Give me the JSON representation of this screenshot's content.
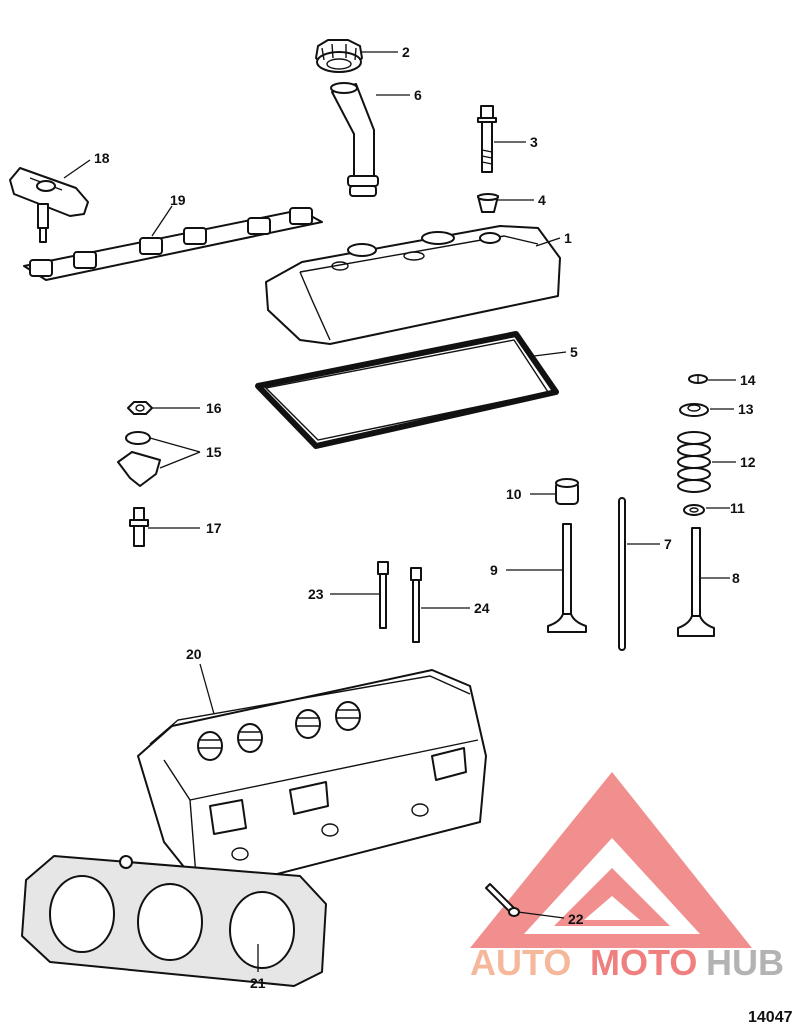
{
  "figure_number": "14047",
  "watermark": {
    "brand_prefix": "AUTO",
    "brand_middle": "MOTO",
    "brand_suffix": "HUB",
    "color_prefix": "#f5b89a",
    "color_middle": "#f08080",
    "color_suffix": "#b3b3b3",
    "logo_color": "#ef7b7b"
  },
  "callouts": [
    {
      "id": "1",
      "label": "1"
    },
    {
      "id": "2",
      "label": "2"
    },
    {
      "id": "3",
      "label": "3"
    },
    {
      "id": "4",
      "label": "4"
    },
    {
      "id": "5",
      "label": "5"
    },
    {
      "id": "6",
      "label": "6"
    },
    {
      "id": "7",
      "label": "7"
    },
    {
      "id": "8",
      "label": "8"
    },
    {
      "id": "9",
      "label": "9"
    },
    {
      "id": "10",
      "label": "10"
    },
    {
      "id": "11",
      "label": "11"
    },
    {
      "id": "12",
      "label": "12"
    },
    {
      "id": "13",
      "label": "13"
    },
    {
      "id": "14",
      "label": "14"
    },
    {
      "id": "15",
      "label": "15"
    },
    {
      "id": "16",
      "label": "16"
    },
    {
      "id": "17",
      "label": "17"
    },
    {
      "id": "18",
      "label": "18"
    },
    {
      "id": "19",
      "label": "19"
    },
    {
      "id": "20",
      "label": "20"
    },
    {
      "id": "21",
      "label": "21"
    },
    {
      "id": "22",
      "label": "22"
    },
    {
      "id": "23",
      "label": "23"
    },
    {
      "id": "24",
      "label": "24"
    }
  ]
}
